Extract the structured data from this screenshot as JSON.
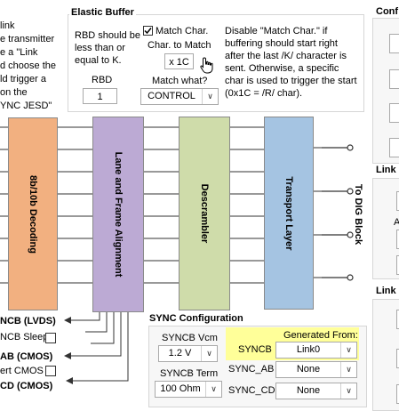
{
  "left_text": [
    "link",
    "e transmitter",
    "e a \"Link",
    "d choose the",
    "ld trigger a",
    "on the",
    "YNC JESD\""
  ],
  "elastic_buffer": {
    "title": "Elastic Buffer",
    "rbd_note": [
      "RBD should be",
      "less than or",
      "equal to K."
    ],
    "rbd_label": "RBD",
    "rbd_value": "1",
    "match_char_label": "Match Char.",
    "match_char_checked": true,
    "char_to_match_label": "Char. to Match",
    "char_to_match_value": "x 1C",
    "match_what_label": "Match what?",
    "match_what_value": "CONTROL",
    "help_text": [
      "Disable \"Match Char.\" if",
      "buffering should start right",
      "after the last /K/ character is",
      "sent. Otherwise, a specific",
      "char is used to trigger the start",
      "(0x1C = /R/ char)."
    ]
  },
  "pipeline": {
    "blocks": [
      {
        "label": "8b/10b Decoding",
        "color": "#f2b080"
      },
      {
        "label": "Lane and Frame Alignment",
        "color": "#bcaad4"
      },
      {
        "label": "Descrambler",
        "color": "#cfdcaa"
      },
      {
        "label": "Transport Layer",
        "color": "#a5c4e2"
      }
    ],
    "output_label": "To DIG Block"
  },
  "sync_left": {
    "lvds_label": "NCB (LVDS)",
    "sleep_label": "NCB Sleep",
    "cmos_label": "AB (CMOS)",
    "invert_label": "ert CMOS",
    "cd_label": "CD (CMOS)"
  },
  "sync_config": {
    "title": "SYNC Configuration",
    "vcm_label": "SYNCB Vcm",
    "vcm_value": "1.2 V",
    "term_label": "SYNCB Term",
    "term_value": "100 Ohm",
    "generated_from_label": "Generated From:",
    "syncb_label": "SYNCB",
    "syncb_value": "Link0",
    "sync_ab_label": "SYNC_AB",
    "sync_ab_value": "None",
    "sync_cd_label": "SYNC_CD",
    "sync_cd_value": "None",
    "highlight_color": "#ffff99"
  },
  "right_panel": {
    "config_label": "Conf",
    "link_label_1": "Link",
    "link_label_2": "Link",
    "a_letter": "A"
  }
}
